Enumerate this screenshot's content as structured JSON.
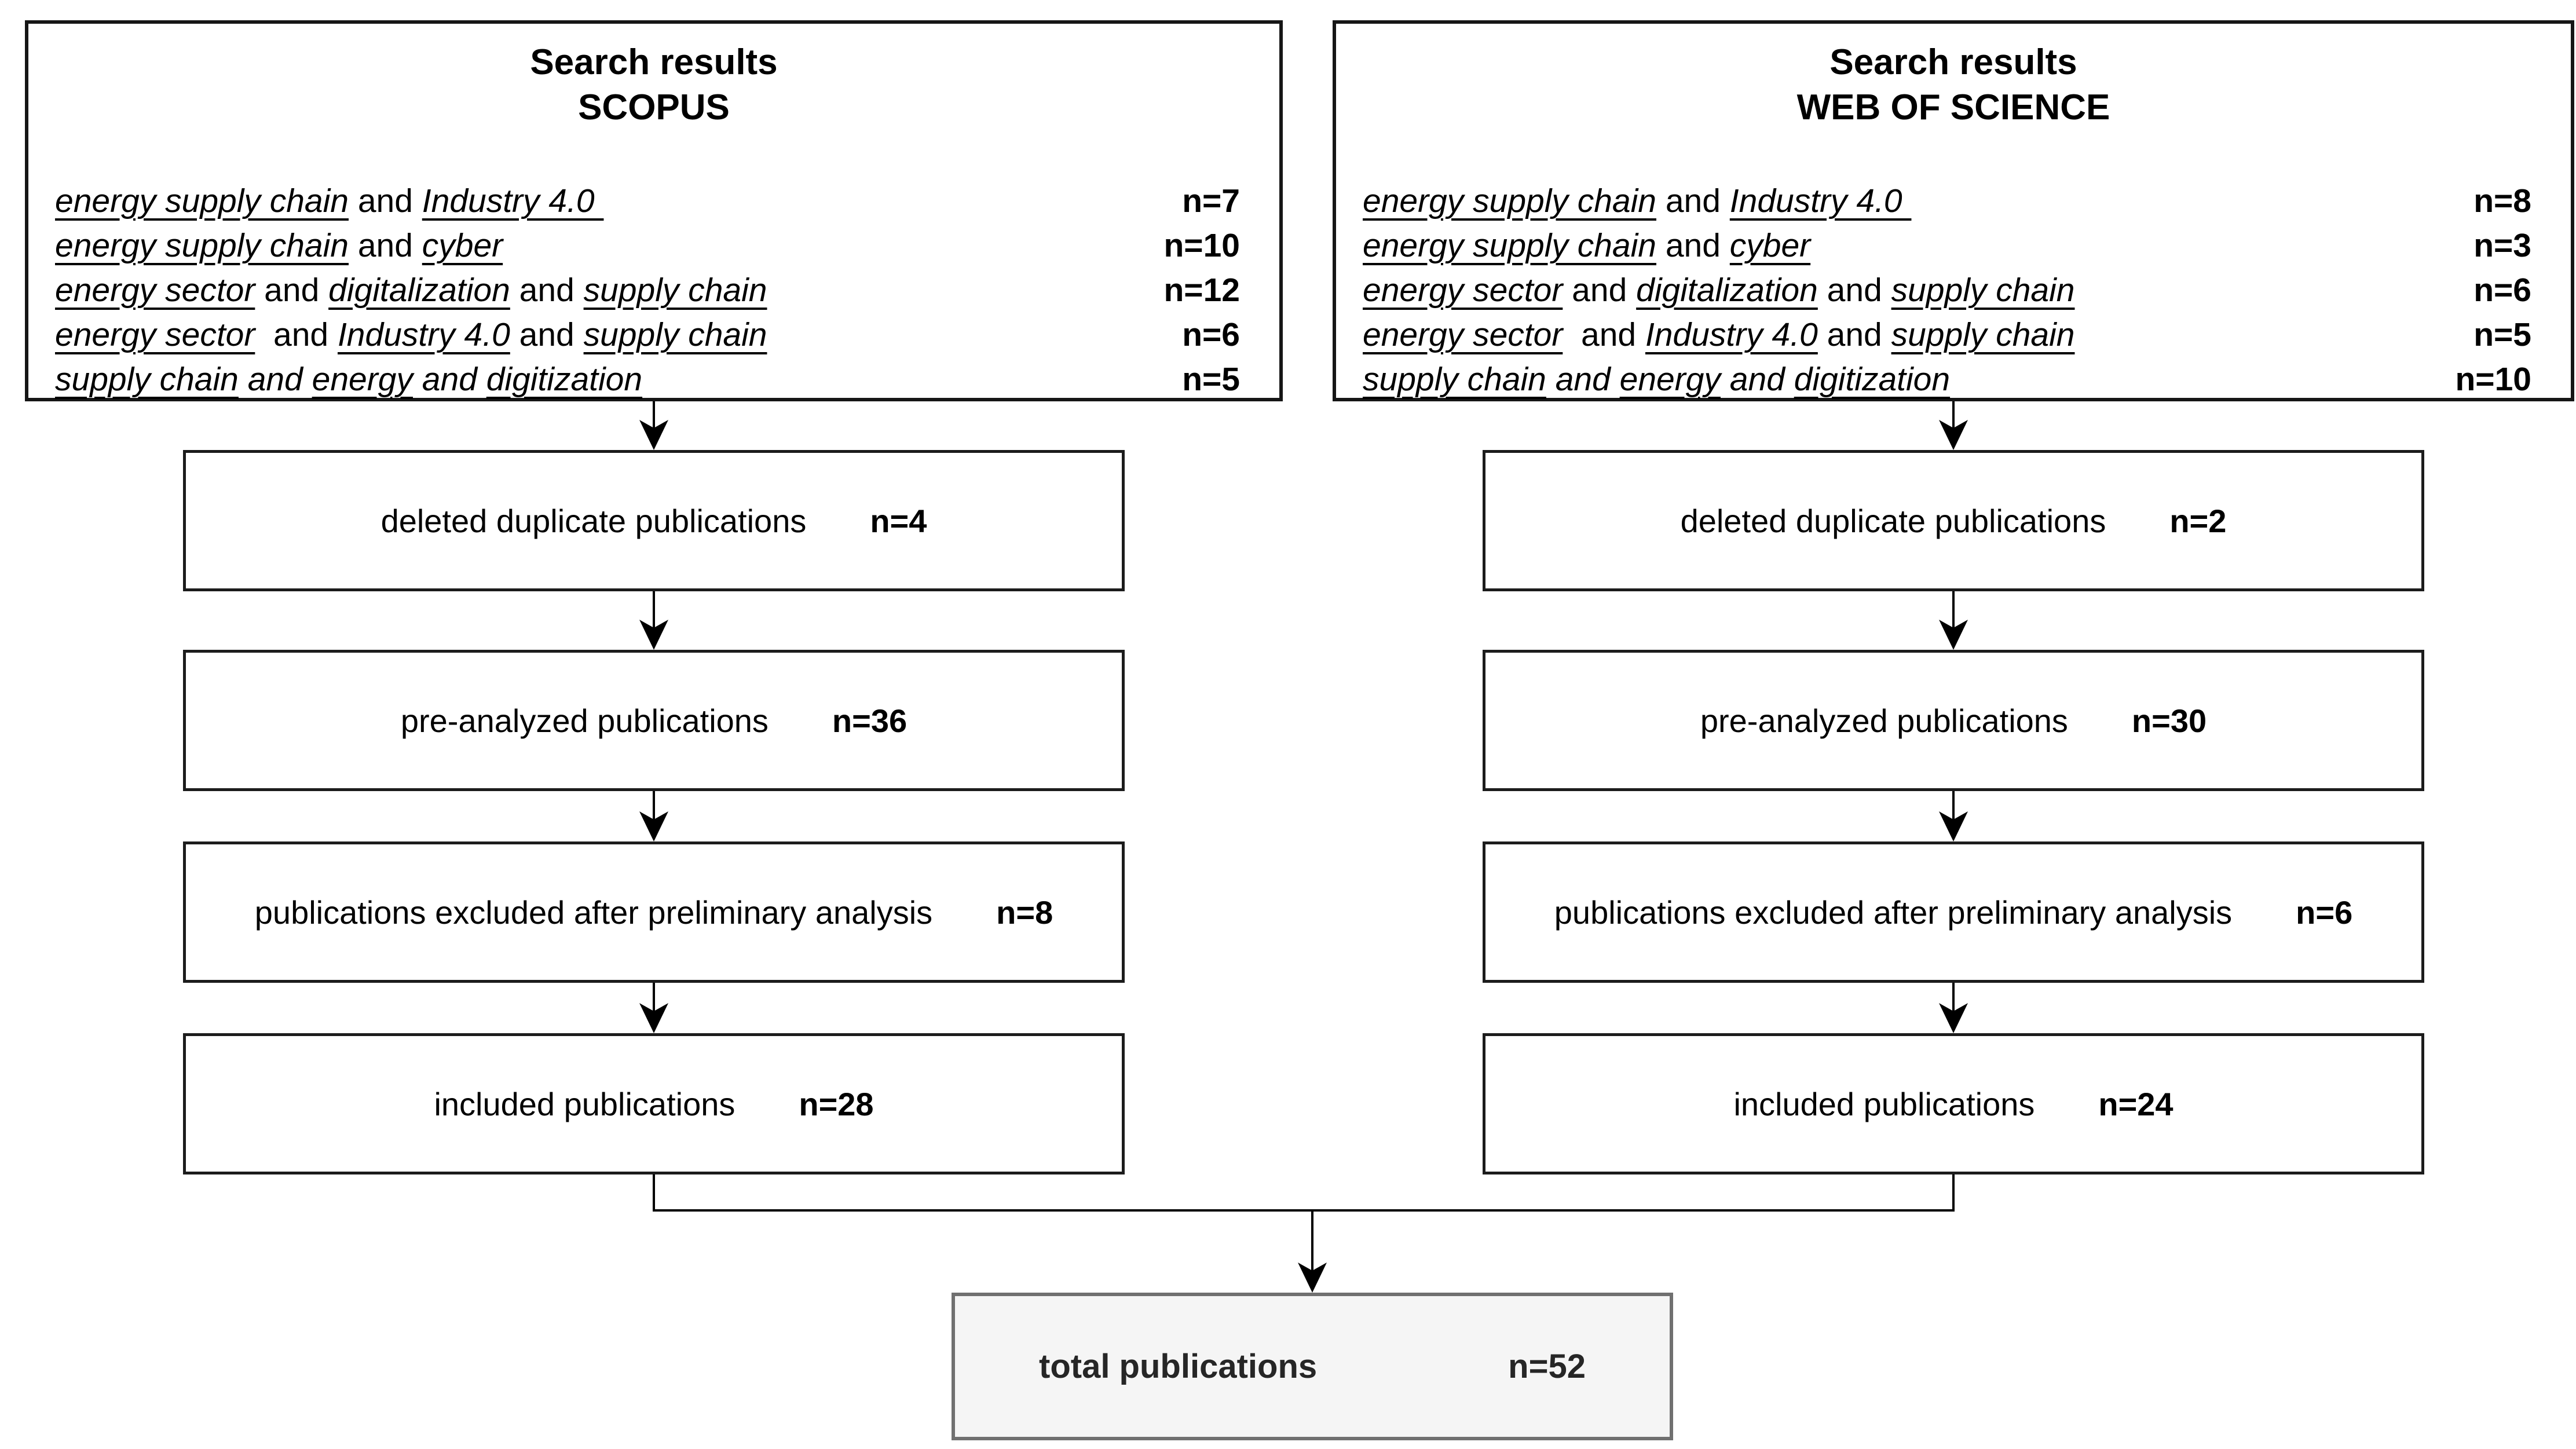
{
  "colors": {
    "background": "#ffffff",
    "box_border": "#161616",
    "flow_border": "#1c1c1c",
    "connector": "#000000",
    "total_fill": "#f5f5f5",
    "total_border": "#707070",
    "text": "#000000"
  },
  "search_boxes": [
    {
      "title_line1": "Search results",
      "title_line2": "SCOPUS",
      "queries": [
        {
          "parts": [
            {
              "t": "energy supply chain"
            },
            {
              "t": " and "
            },
            {
              "t": "Industry 4.0 "
            }
          ],
          "n": "n=7"
        },
        {
          "parts": [
            {
              "t": "energy supply chain"
            },
            {
              "t": " and "
            },
            {
              "t": "cyber"
            }
          ],
          "n": "n=10"
        },
        {
          "parts": [
            {
              "t": "energy sector"
            },
            {
              "t": " and "
            },
            {
              "t": "digitalization"
            },
            {
              "t": " and "
            },
            {
              "t": "supply chain"
            }
          ],
          "n": "n=12"
        },
        {
          "parts": [
            {
              "t": "energy sector"
            },
            {
              "t": "  and "
            },
            {
              "t": "Industry 4.0"
            },
            {
              "t": " and "
            },
            {
              "t": "supply chain"
            }
          ],
          "n": "n=6"
        },
        {
          "parts": [
            {
              "t": "supply chain"
            },
            {
              "t": " and "
            },
            {
              "t": "energy"
            },
            {
              "t": " and "
            },
            {
              "t": "digitization"
            }
          ],
          "n": "n=5"
        }
      ]
    },
    {
      "title_line1": "Search results",
      "title_line2": "WEB OF SCIENCE",
      "queries": [
        {
          "parts": [
            {
              "t": "energy supply chain"
            },
            {
              "t": " and "
            },
            {
              "t": "Industry 4.0 "
            }
          ],
          "n": "n=8"
        },
        {
          "parts": [
            {
              "t": "energy supply chain"
            },
            {
              "t": " and "
            },
            {
              "t": "cyber"
            }
          ],
          "n": "n=3"
        },
        {
          "parts": [
            {
              "t": "energy sector"
            },
            {
              "t": " and "
            },
            {
              "t": "digitalization"
            },
            {
              "t": " and "
            },
            {
              "t": "supply chain"
            }
          ],
          "n": "n=6"
        },
        {
          "parts": [
            {
              "t": "energy sector"
            },
            {
              "t": "  and "
            },
            {
              "t": "Industry 4.0"
            },
            {
              "t": " and "
            },
            {
              "t": "supply chain"
            }
          ],
          "n": "n=5"
        },
        {
          "parts": [
            {
              "t": "supply chain"
            },
            {
              "t": " and "
            },
            {
              "t": "energy"
            },
            {
              "t": " and "
            },
            {
              "t": "digitization"
            }
          ],
          "n": "n=10"
        }
      ]
    }
  ],
  "flow": {
    "left": [
      {
        "label": "deleted duplicate publications",
        "n": "n=4"
      },
      {
        "label": "pre-analyzed publications",
        "n": "n=36"
      },
      {
        "label": "publications excluded after preliminary analysis",
        "n": "n=8"
      },
      {
        "label": "included publications",
        "n": "n=28"
      }
    ],
    "right": [
      {
        "label": "deleted duplicate publications",
        "n": "n=2"
      },
      {
        "label": "pre-analyzed publications",
        "n": "n=30"
      },
      {
        "label": "publications excluded after preliminary analysis",
        "n": "n=6"
      },
      {
        "label": "included publications",
        "n": "n=24"
      }
    ]
  },
  "total": {
    "label": "total publications",
    "n": "n=52"
  }
}
